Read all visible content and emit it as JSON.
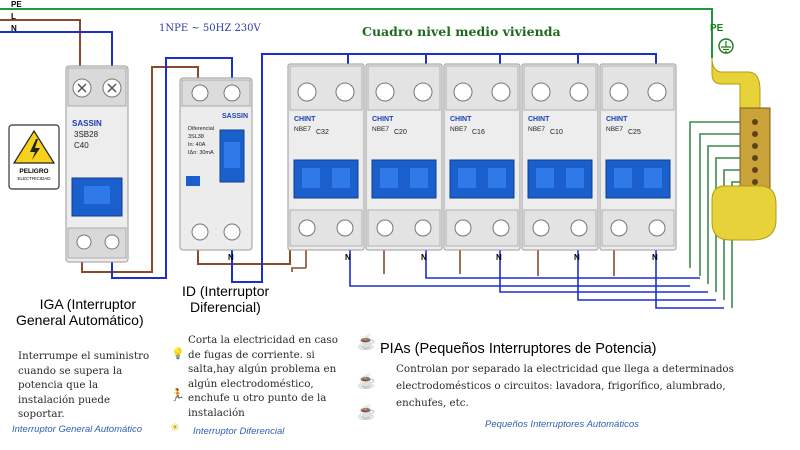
{
  "wires": {
    "pe": "PE",
    "l": "L",
    "n": "N"
  },
  "supply": "1NPE ~ 50HZ 230V",
  "title": "Cuadro nivel medio vivienda",
  "pe_label": "PE",
  "terminal_label": "N",
  "danger": {
    "line1": "PELIGRO",
    "line2": "ELECTRICIDAD"
  },
  "iga": {
    "brand": "SASSIN",
    "model": "3SB28",
    "rating": "C40",
    "heading_line1": "IGA (Interruptor",
    "heading_line2": "General Automático)",
    "desc": [
      "Interrumpe el suministro",
      "cuando se supera la",
      "potencia que la",
      "instalación puede",
      "soportar."
    ],
    "footer": "Interruptor General Automático"
  },
  "id": {
    "brand": "SASSIN",
    "model": "3SL38",
    "spec": [
      "Diferencial",
      "In: 40A",
      "IΔn: 30mA"
    ],
    "heading_line1": "ID (Interruptor",
    "heading_line2": "Diferencial)",
    "desc": [
      "Corta la electricidad en caso",
      "de fugas de corriente. si",
      "salta,hay algún problema en",
      "algún electrodoméstico,",
      "enchufe u otro punto de la",
      "instalación"
    ],
    "footer": "Interruptor Diferencial"
  },
  "pia": {
    "brand": "CHINT",
    "model": "NBE7",
    "ratings": [
      "C32",
      "C20",
      "C16",
      "C10",
      "C25"
    ],
    "heading": "PIAs (Pequeños Interruptores de Potencia)",
    "desc": [
      "Controlan por separado la electricidad que llega a determinados",
      "electrodomésticos o circuitos: lavadora, frigorífico, alumbrado,",
      "enchufes, etc."
    ],
    "footer": "Pequeños Interruptores Automáticos"
  },
  "colors": {
    "pe": "#1f9a3a",
    "l": "#8b4a2b",
    "n": "#1b2fd0",
    "title": "#1d6a1d",
    "busbar": "#e8d23a",
    "footer": "#2f5fb5"
  }
}
